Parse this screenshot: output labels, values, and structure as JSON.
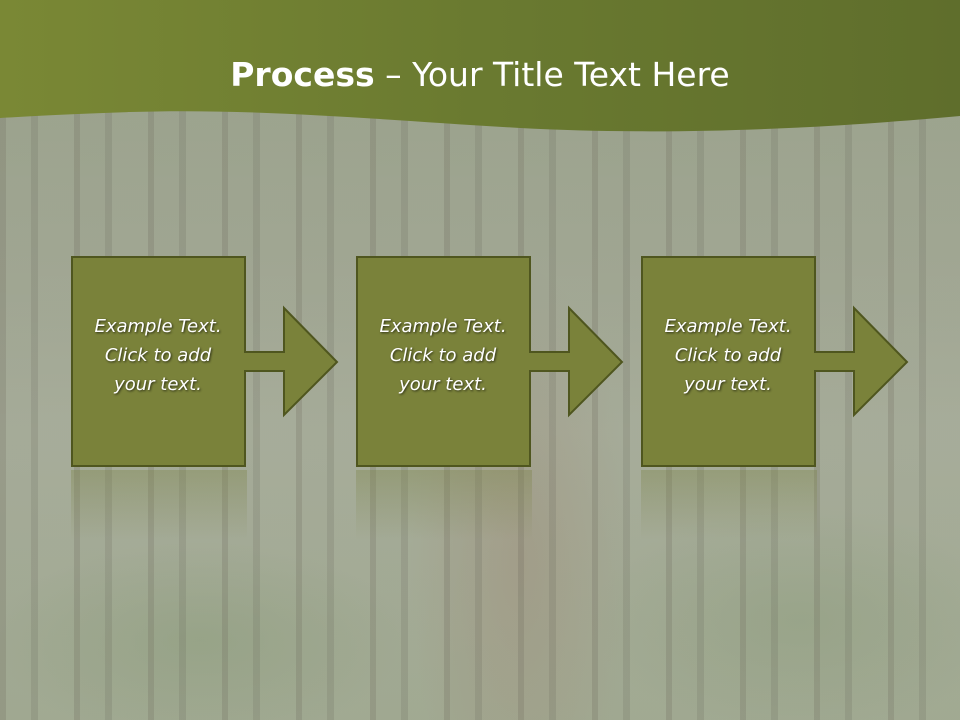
{
  "slide": {
    "title_bold": "Process",
    "title_rest": " – Your Title Text Here",
    "colors": {
      "header": "#6f7a35",
      "box_fill": "#7a823a",
      "box_border": "#4f561f"
    }
  },
  "steps": [
    {
      "line1": "Example Text.",
      "line2": "Click  to add",
      "line3": "your text."
    },
    {
      "line1": "Example Text.",
      "line2": "Click  to add",
      "line3": "your text."
    },
    {
      "line1": "Example Text.",
      "line2": "Click  to add",
      "line3": "your text."
    }
  ]
}
